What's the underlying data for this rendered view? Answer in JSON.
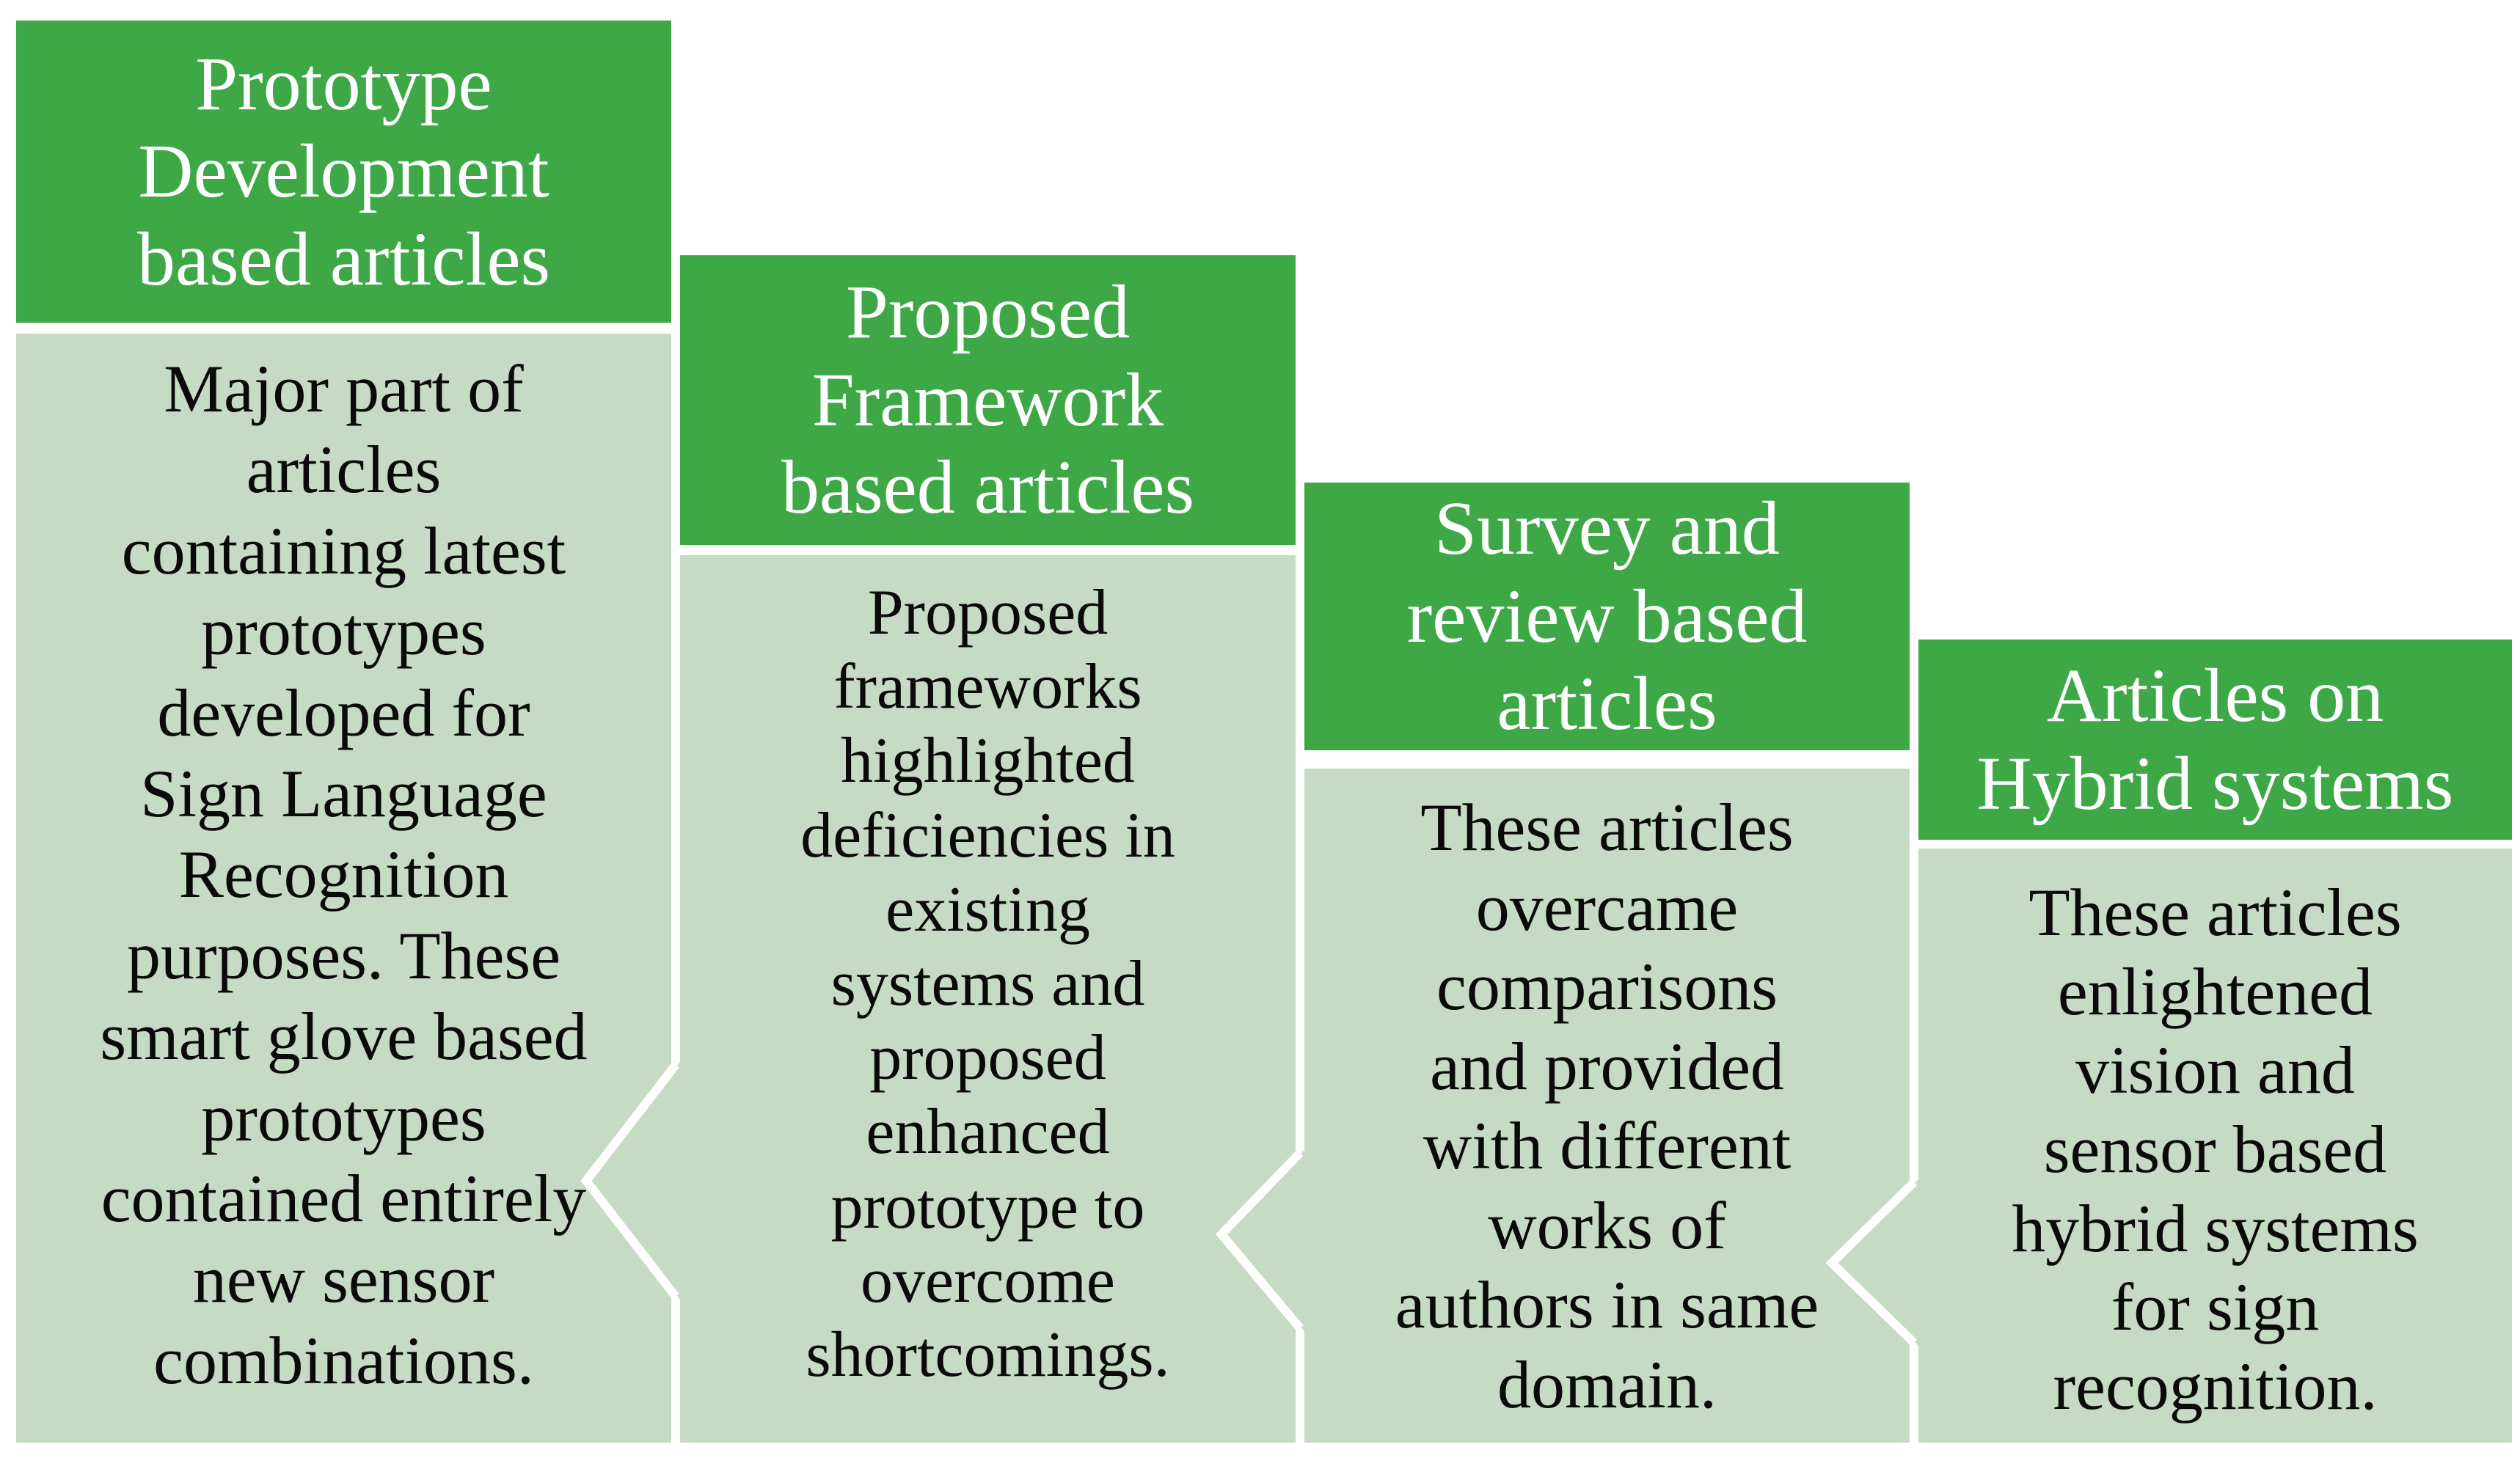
{
  "figure": {
    "description_visible": false
  },
  "colors": {
    "header_bg": "#3EA847",
    "body_bg": "#C6DBC3",
    "header_text": "#FFFFFF",
    "body_text": "#0A0A0A",
    "page_bg": "#FFFFFF",
    "separator": "#FFFFFF"
  },
  "columns": [
    {
      "id": "prototype-development",
      "header": "Prototype\nDevelopment\nbased articles",
      "body": "Major part of\narticles\ncontaining latest\nprototypes\ndeveloped for\nSign Language\nRecognition\npurposes. These\nsmart glove based\nprototypes\ncontained entirely\nnew sensor\ncombinations."
    },
    {
      "id": "proposed-framework",
      "header": "Proposed\nFramework\nbased articles",
      "body": "Proposed\nframeworks\nhighlighted\ndeficiencies in\nexisting\nsystems and\nproposed\nenhanced\nprototype to\novercome\nshortcomings."
    },
    {
      "id": "survey-review",
      "header": "Survey and\nreview based\narticles",
      "body": "These articles\novercame\ncomparisons\nand provided\nwith different\nworks of\nauthors in same\ndomain."
    },
    {
      "id": "hybrid-systems",
      "header": "Articles on\nHybrid systems",
      "body": "These articles\nenlightened\nvision and\nsensor based\nhybrid systems\nfor sign\nrecognition."
    }
  ]
}
